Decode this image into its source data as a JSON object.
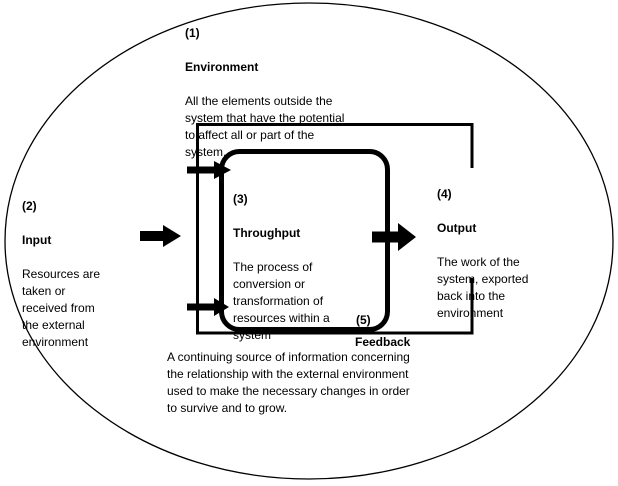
{
  "colors": {
    "ink": "#000000",
    "background": "#ffffff"
  },
  "diagram": {
    "environment": {
      "number": "(1)",
      "title": "Environment",
      "description": "All the elements outside the\nsystem that have the potential\nto affect all or part of the\nsystem."
    },
    "input": {
      "number": "(2)",
      "title": "Input",
      "description": "Resources are\ntaken or\nreceived from\nthe external\nenvironment"
    },
    "throughput": {
      "number": "(3)",
      "title": "Throughput",
      "description": "The process of\nconversion or\ntransformation of\nresources within a\nsystem"
    },
    "output": {
      "number": "(4)",
      "title": "Output",
      "description": "The work of the\nsystem, exported\nback into the\nenvironment"
    },
    "feedback": {
      "number": "(5)",
      "title": "Feedback",
      "description": "A continuing source of information concerning\nthe relationship with the external environment\nused to make the necessary changes in order\nto survive and to grow."
    }
  }
}
